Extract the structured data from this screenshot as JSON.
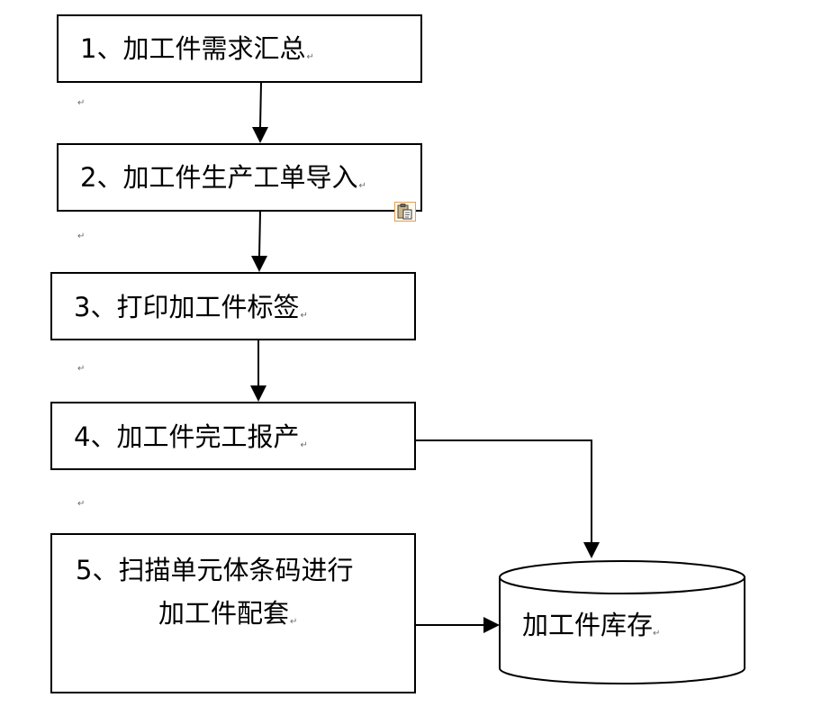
{
  "steps": [
    {
      "id": "step1",
      "label": "1、加工件需求汇总"
    },
    {
      "id": "step2",
      "label": "2、加工件生产工单导入"
    },
    {
      "id": "step3",
      "label": "3、打印加工件标签"
    },
    {
      "id": "step4",
      "label": "4、加工件完工报产"
    },
    {
      "id": "step5",
      "label_line1": "5、扫描单元体条码进行",
      "label_line2": "加工件配套"
    }
  ],
  "inventory": {
    "label": "加工件库存"
  },
  "para_mark": "↵",
  "icons": {
    "clipboard": "paste-options-icon"
  },
  "colors": {
    "stroke": "#000000",
    "background": "#ffffff",
    "para_mark": "#6b6b6b",
    "icon_border": "#e0a050"
  }
}
